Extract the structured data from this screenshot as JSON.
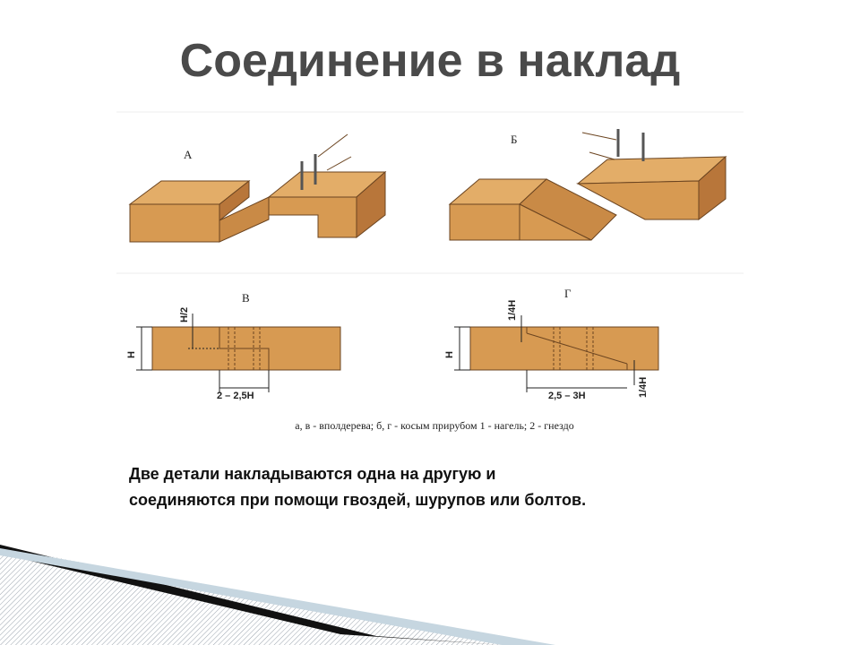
{
  "slide": {
    "title": "Соединение в наклад",
    "figure": {
      "labels": {
        "a": "А",
        "b": "Б",
        "v": "В",
        "g": "Г"
      },
      "dims": {
        "h_left": "Н",
        "h2": "Н/2",
        "len_v": "2 – 2,5Н",
        "h_right": "Н",
        "quarter_top": "1/4Н",
        "quarter_bottom": "1/4Н",
        "len_g": "2,5 – 3Н"
      },
      "caption": "а, в - вполдерева; б, г - косым прирубом 1 - нагель; 2 - гнездо"
    },
    "body_lines": [
      "Две детали накладываются одна на другую и",
      "соединяются при помощи гвоздей, шурупов или болтов."
    ],
    "colors": {
      "wood": "#d79a52",
      "wood_dark": "#b8763a",
      "title": "#4a4a4a"
    }
  }
}
